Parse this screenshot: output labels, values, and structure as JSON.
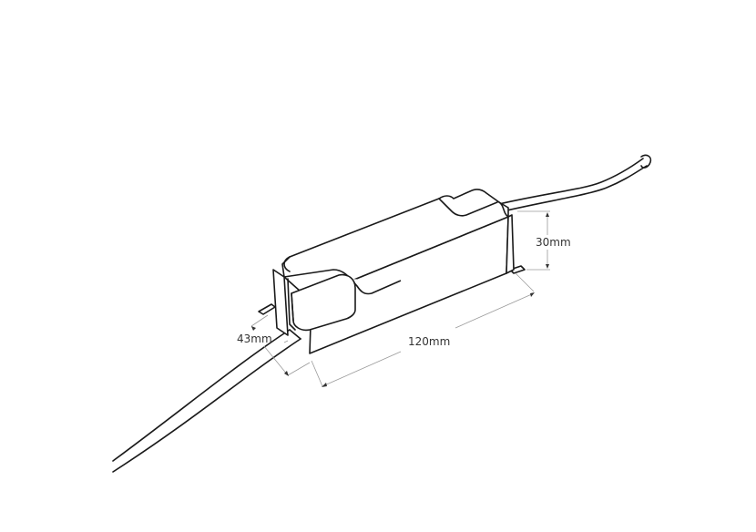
{
  "diagram": {
    "subject": "LED driver / power supply unit line drawing with cables",
    "dimensions": {
      "height": {
        "label": "30mm"
      },
      "width": {
        "label": "43mm"
      },
      "length": {
        "label": "120mm"
      }
    },
    "colors": {
      "background": "#ffffff",
      "outline": "#1a1a1a",
      "dimension_line": "#9a9a9a",
      "label": "#333333"
    }
  }
}
